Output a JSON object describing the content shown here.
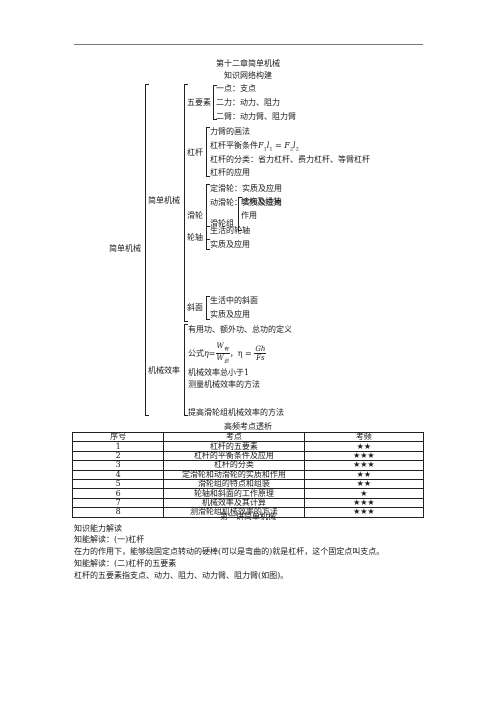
{
  "heading": {
    "chapter_title": "第十二章简单机械",
    "section_title": "知识网络构建"
  },
  "tree": {
    "root": "简单机械",
    "level1": [
      {
        "label": "简单机械",
        "children": [
          {
            "label": "五要素",
            "items": [
              "一点：支点",
              "二力：动力、阻力",
              "二臂：动力臂、阻力臂"
            ]
          },
          {
            "label": "杠杆",
            "items": [
              "力臂的画法",
              "杠杆平衡条件",
              "杠杆的分类：省力杠杆、费力杠杆、等臂杠杆",
              "杠杆的应用"
            ]
          },
          {
            "label": "滑轮",
            "items": [
              "定滑轮：实质及应用",
              "动滑轮：实质及应用"
            ],
            "sub": {
              "label": "滑轮组",
              "items": [
                "结构及组装",
                "作用"
              ]
            }
          },
          {
            "label": "轮轴",
            "items": [
              "生活的轮轴",
              "实质及应用"
            ]
          },
          {
            "label": "斜面",
            "items": [
              "生活中的斜面",
              "实质及应用"
            ]
          }
        ]
      },
      {
        "label": "机械效率",
        "items": [
          "有用功、额外功、总功的定义",
          "公式",
          "机械效率总小于1",
          "测量机械效率的方法",
          "提高滑轮组机械效率的方法"
        ]
      }
    ],
    "formula_balance": {
      "f1": "F",
      "s1": "1",
      "l1": "l",
      "s2": "1",
      "eq": " = ",
      "f2": "F",
      "s3": "2",
      "l2": "l",
      "s4": "2"
    },
    "formula_eff": {
      "eta1": "η=",
      "num1": "W",
      "num1_sub": "有",
      "den1": "W",
      "den1_sub": "总",
      "sep": "，η = ",
      "num2": "Gh",
      "den2": "Fs"
    }
  },
  "table": {
    "caption": "高频考点透析",
    "headers": [
      "序号",
      "考点",
      "考频"
    ],
    "rows": [
      [
        "1",
        "杠杆的五要素",
        "★★"
      ],
      [
        "2",
        "杠杆的平衡条件及应用",
        "★★★"
      ],
      [
        "3",
        "杠杆的分类",
        "★★★"
      ],
      [
        "4",
        "定滑轮和动滑轮的实质和作用",
        "★★"
      ],
      [
        "5",
        "滑轮组的特点和组装",
        "★★"
      ],
      [
        "6",
        "轮轴和斜面的工作原理",
        "★"
      ],
      [
        "7",
        "机械效率及其计算",
        "★★★"
      ],
      [
        "8",
        "测滑轮组机械效率的方法",
        "★★★"
      ]
    ]
  },
  "body": {
    "lecture_title": "第一讲简单机械",
    "lines": [
      "知识能力解读",
      "知能解读：(一)杠杆",
      "在力的作用下，能够绕固定点转动的硬棒(可以是弯曲的)就是杠杆，这个固定点叫支点。",
      "知能解读：(二)杠杆的五要素",
      "杠杆的五要素指支点、动力、阻力、动力臂、阻力臂(如图)。"
    ]
  }
}
